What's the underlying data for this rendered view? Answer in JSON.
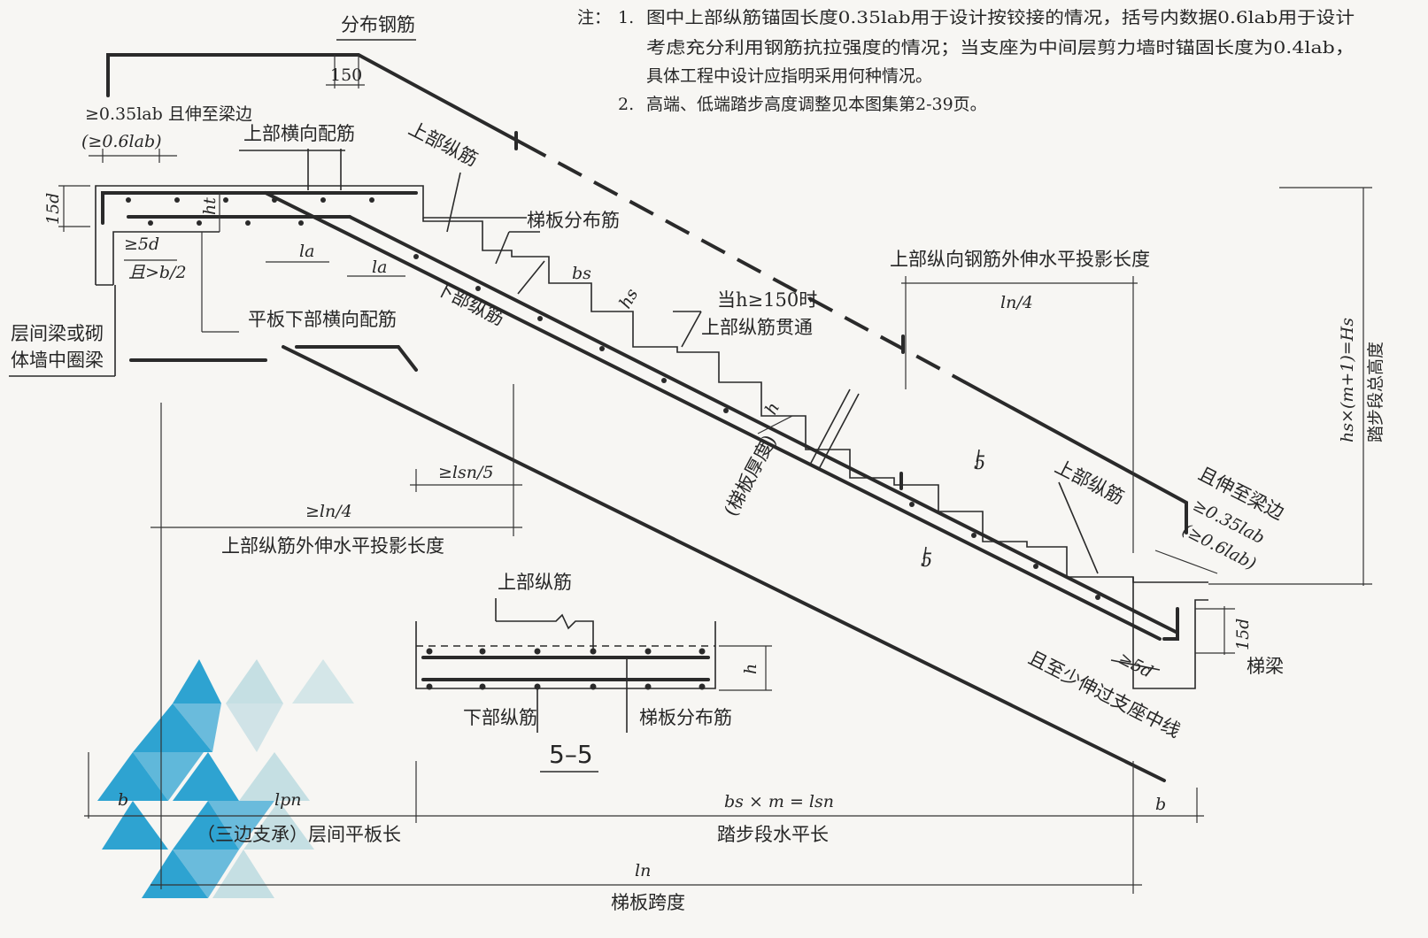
{
  "notes": {
    "prefix": "注：",
    "n1_num": "1.",
    "n1_l1": "图中上部纵筋锚固长度0.35lab用于设计按铰接的情况，括号内数据0.6lab用于设计",
    "n1_l2": "考虑充分利用钢筋抗拉强度的情况；当支座为中间层剪力墙时锚固长度为0.4lab，",
    "n1_l3": "具体工程中设计应指明采用何种情况。",
    "n2_num": "2.",
    "n2": "高端、低端踏步高度调整见本图集第2-39页。"
  },
  "labels": {
    "dist_rebar_top": "分布钢筋",
    "dim_150": "150",
    "anchor_left": "≥0.35lab 且伸至梁边",
    "anchor_left_paren": "(≥0.6lab)",
    "top_transverse": "上部横向配筋",
    "top_longitudinal_1": "上部纵筋",
    "stair_slab_dist": "梯板分布筋",
    "dim_15d_left": "15d",
    "ht": "ht",
    "ge_5d": "≥5d",
    "and_gt_b2": "且>b/2",
    "la_1": "la",
    "la_2": "la",
    "bottom_transverse": "平板下部横向配筋",
    "bottom_longitudinal": "下部纵筋",
    "bs": "bs",
    "hs": "hs",
    "beam_left_l1": "层间梁或砌",
    "beam_left_l2": "体墙中圈梁",
    "when_h_150": "当h≥150时",
    "top_continuous": "上部纵筋贯通",
    "ext_proj_right": "上部纵向钢筋外伸水平投影长度",
    "ln_4_right": "ln/4",
    "h_thick": "h",
    "slab_thickness": "(梯板厚度)",
    "ge_lsn_5": "≥lsn/5",
    "ge_ln_4": "≥ln/4",
    "ext_proj_left": "上部纵筋外伸水平投影长度",
    "sect_mark_1": "5",
    "sect_mark_2": "5",
    "top_longitudinal_2": "上部纵筋",
    "extend_beam_edge": "且伸至梁边",
    "anchor_right": "≥0.35lab",
    "anchor_right_paren": "(≥0.6lab)",
    "total_height": "hs×(m+1)=Hs",
    "total_height_name": "踏步段总高度",
    "dim_15d_right": "15d",
    "ge_5d_right": "≥5d",
    "stair_beam": "梯梁",
    "pass_center": "且至少伸过支座中线",
    "sec_top": "上部纵筋",
    "sec_h": "h",
    "sec_bottom": "下部纵筋",
    "sec_dist": "梯板分布筋",
    "section_title": "5–5",
    "dim_b_left": "b",
    "dim_lpn": "lpn",
    "landing_name": "（三边支承）层间平板长",
    "dim_bs_m": "bs × m = lsn",
    "step_length": "踏步段水平长",
    "dim_b_right": "b",
    "dim_ln": "ln",
    "span": "梯板跨度"
  },
  "colors": {
    "logo_primary": "#2ea3d1",
    "logo_light": "#c5dfe3",
    "paper": "#f7f6f3",
    "ink": "#262626"
  },
  "icons": {
    "watermark": "triangle-logo-icon"
  }
}
